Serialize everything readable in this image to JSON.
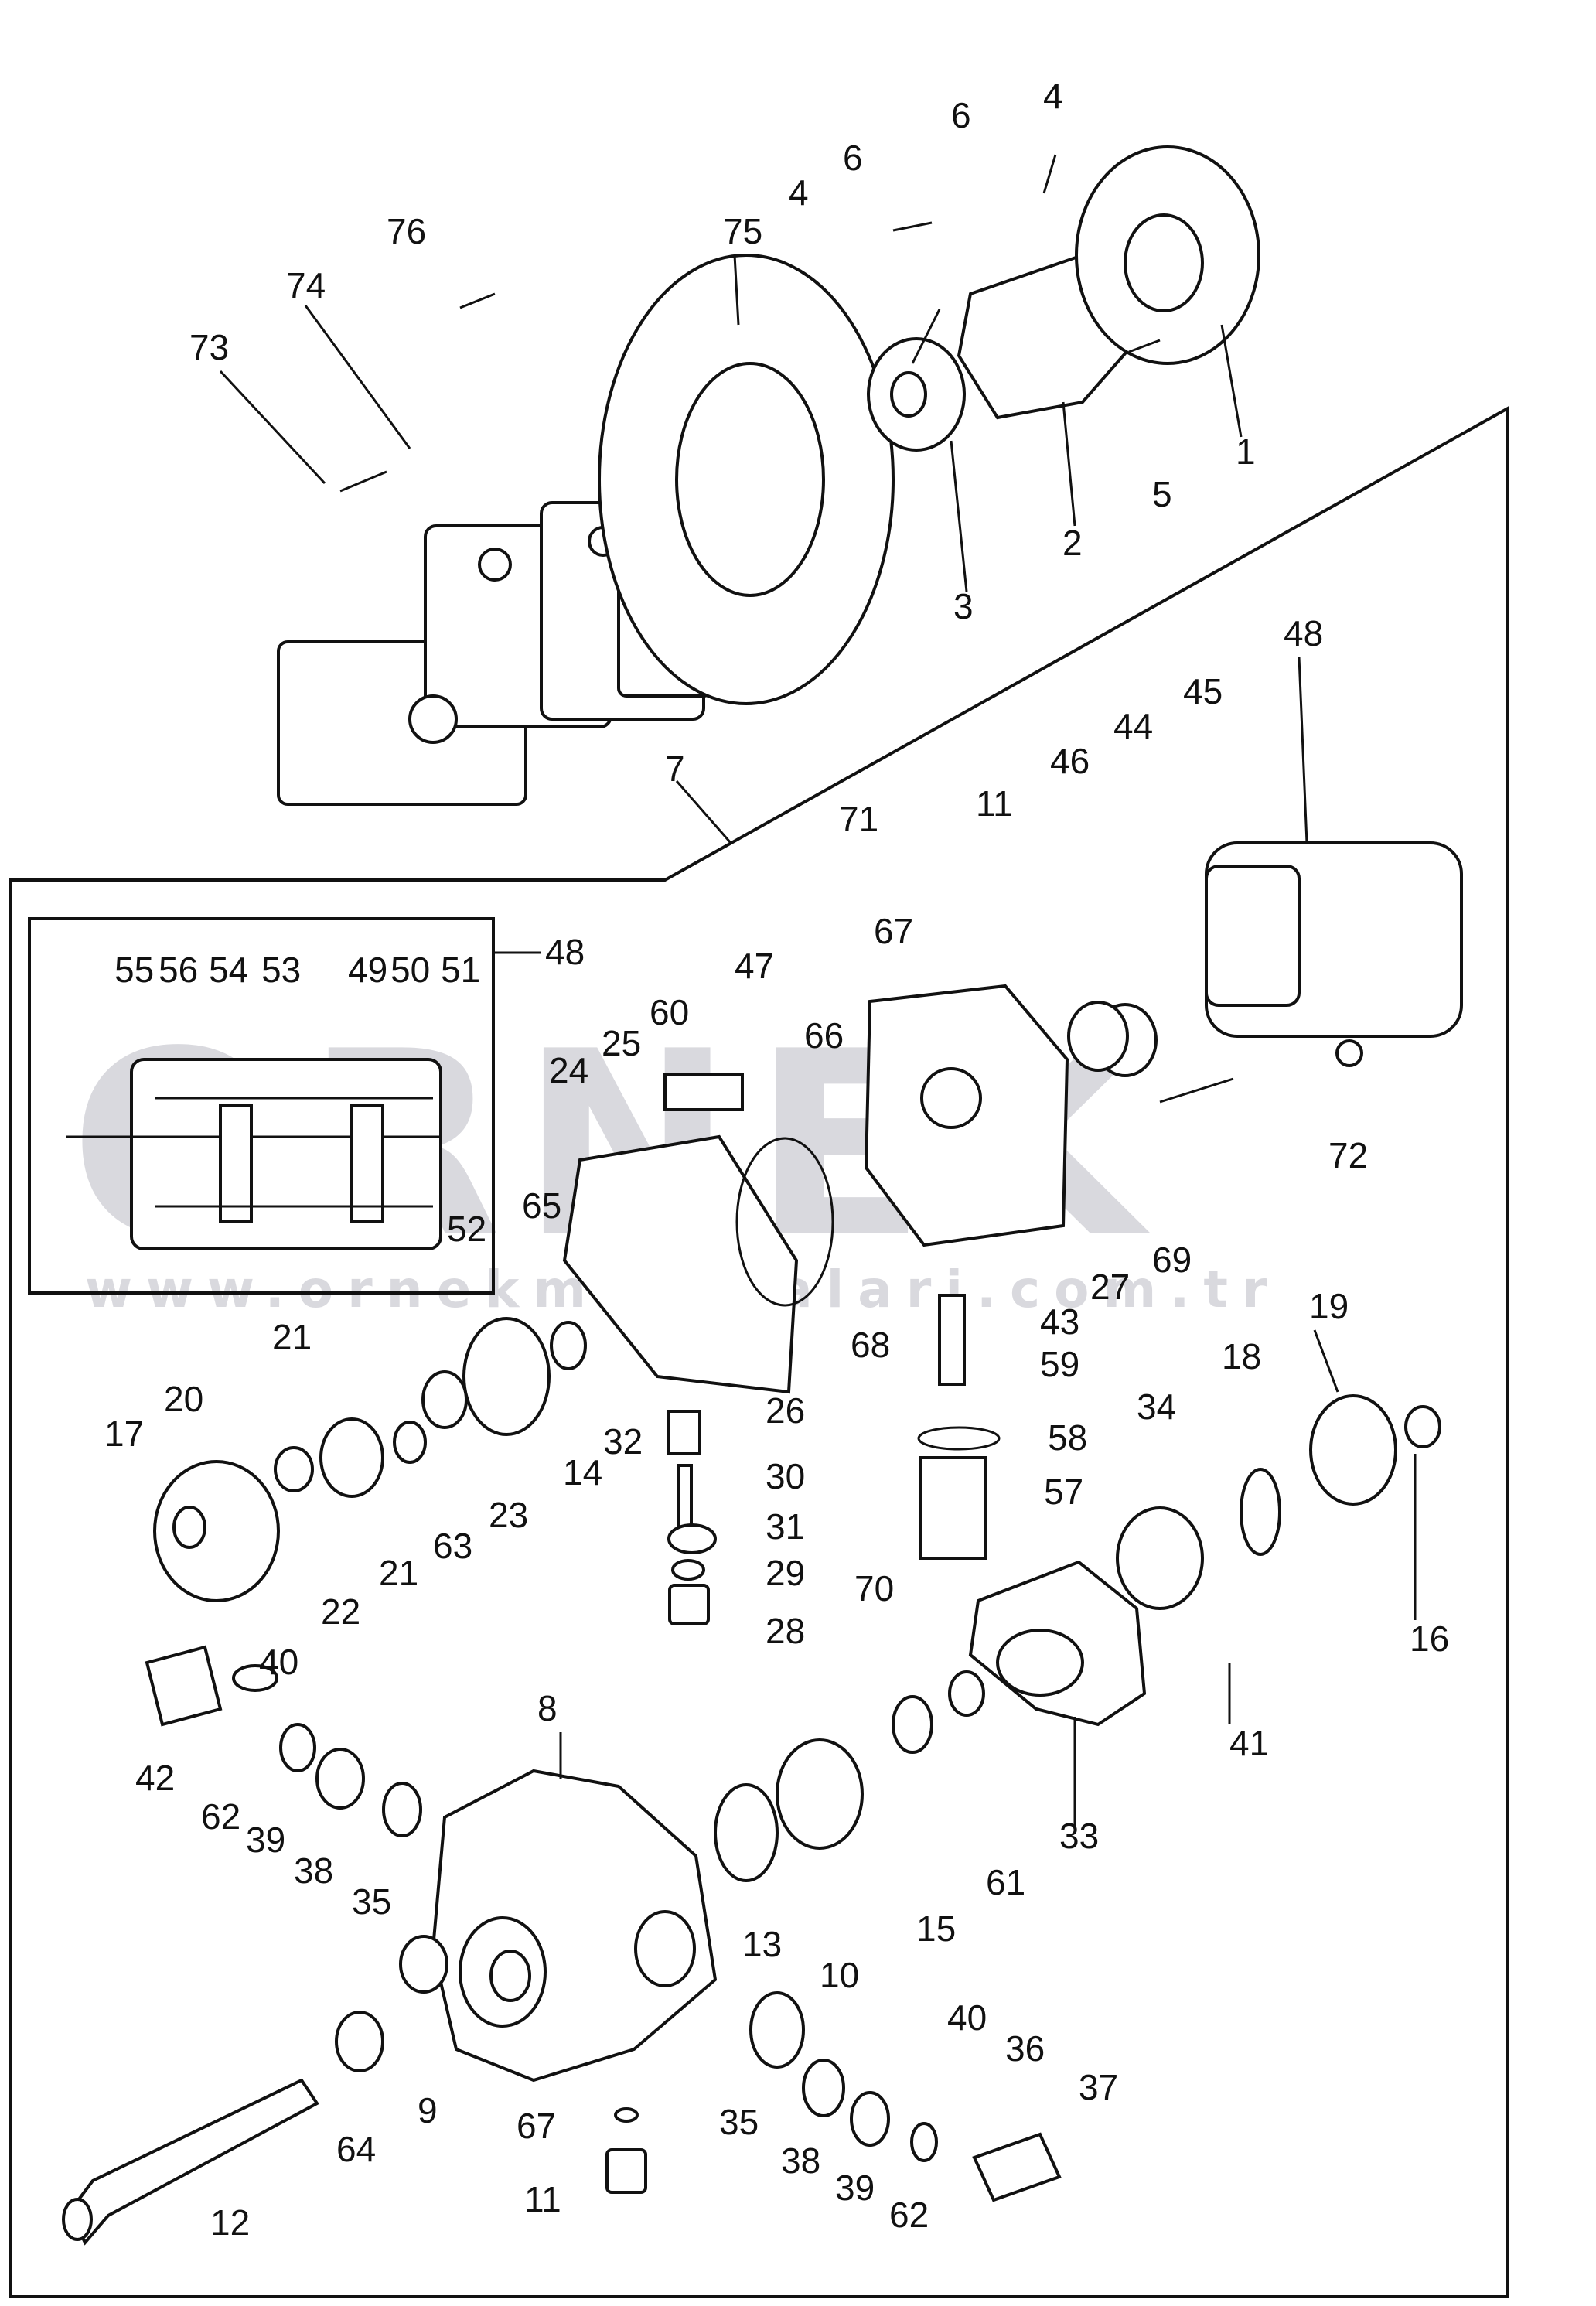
{
  "watermark": {
    "brand": "ORNEK",
    "url": "www.ornekmakinalari.com.tr"
  },
  "callouts": [
    {
      "label": "1"
    },
    {
      "label": "2"
    },
    {
      "label": "3"
    },
    {
      "label": "4"
    },
    {
      "label": "4"
    },
    {
      "label": "5"
    },
    {
      "label": "6"
    },
    {
      "label": "6"
    },
    {
      "label": "7"
    },
    {
      "label": "8"
    },
    {
      "label": "9"
    },
    {
      "label": "10"
    },
    {
      "label": "11"
    },
    {
      "label": "11"
    },
    {
      "label": "12"
    },
    {
      "label": "13"
    },
    {
      "label": "14"
    },
    {
      "label": "15"
    },
    {
      "label": "16"
    },
    {
      "label": "17"
    },
    {
      "label": "18"
    },
    {
      "label": "19"
    },
    {
      "label": "20"
    },
    {
      "label": "21"
    },
    {
      "label": "21"
    },
    {
      "label": "22"
    },
    {
      "label": "23"
    },
    {
      "label": "24"
    },
    {
      "label": "25"
    },
    {
      "label": "26"
    },
    {
      "label": "27"
    },
    {
      "label": "28"
    },
    {
      "label": "29"
    },
    {
      "label": "30"
    },
    {
      "label": "31"
    },
    {
      "label": "32"
    },
    {
      "label": "33"
    },
    {
      "label": "34"
    },
    {
      "label": "35"
    },
    {
      "label": "35"
    },
    {
      "label": "36"
    },
    {
      "label": "37"
    },
    {
      "label": "38"
    },
    {
      "label": "38"
    },
    {
      "label": "39"
    },
    {
      "label": "39"
    },
    {
      "label": "40"
    },
    {
      "label": "40"
    },
    {
      "label": "41"
    },
    {
      "label": "42"
    },
    {
      "label": "43"
    },
    {
      "label": "44"
    },
    {
      "label": "45"
    },
    {
      "label": "46"
    },
    {
      "label": "47"
    },
    {
      "label": "48"
    },
    {
      "label": "48"
    },
    {
      "label": "49"
    },
    {
      "label": "50"
    },
    {
      "label": "51"
    },
    {
      "label": "52"
    },
    {
      "label": "53"
    },
    {
      "label": "54"
    },
    {
      "label": "55"
    },
    {
      "label": "56"
    },
    {
      "label": "57"
    },
    {
      "label": "58"
    },
    {
      "label": "59"
    },
    {
      "label": "60"
    },
    {
      "label": "61"
    },
    {
      "label": "62"
    },
    {
      "label": "62"
    },
    {
      "label": "63"
    },
    {
      "label": "64"
    },
    {
      "label": "65"
    },
    {
      "label": "66"
    },
    {
      "label": "67"
    },
    {
      "label": "67"
    },
    {
      "label": "68"
    },
    {
      "label": "69"
    },
    {
      "label": "70"
    },
    {
      "label": "71"
    },
    {
      "label": "72"
    },
    {
      "label": "73"
    },
    {
      "label": "74"
    },
    {
      "label": "75"
    },
    {
      "label": "76"
    }
  ]
}
